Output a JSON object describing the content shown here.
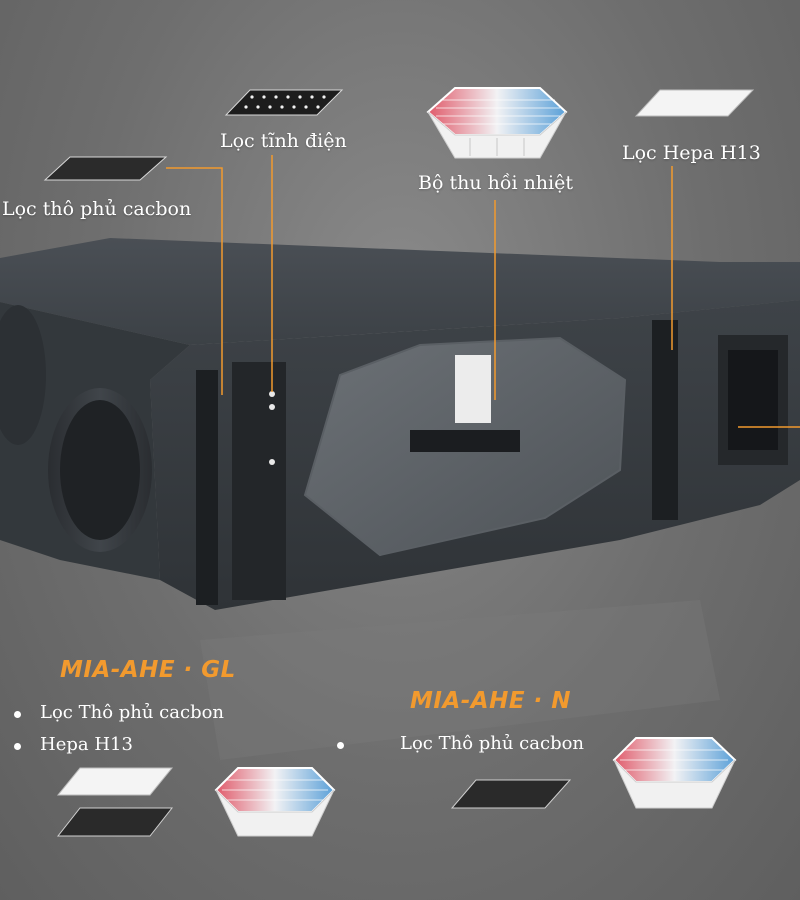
{
  "callouts": {
    "coarse_carbon": "Lọc thô phủ cacbon",
    "electrostatic": "Lọc tĩnh điện",
    "heat_recovery": "Bộ thu hồi nhiệt",
    "hepa": "Lọc Hepa H13"
  },
  "models": [
    {
      "name": "MIA-AHE · GL",
      "features": [
        "Lọc Thô phủ cacbon",
        "Hepa H13"
      ]
    },
    {
      "name": "MIA-AHE · N",
      "features": [
        "Lọc Thô phủ cacbon"
      ]
    }
  ],
  "colors": {
    "accent": "#f29a2e",
    "leader_line": "#f29a2e",
    "device_body": "#3a3f45",
    "heat_warm": "#e05a6a",
    "heat_cool": "#5aa0d8"
  }
}
